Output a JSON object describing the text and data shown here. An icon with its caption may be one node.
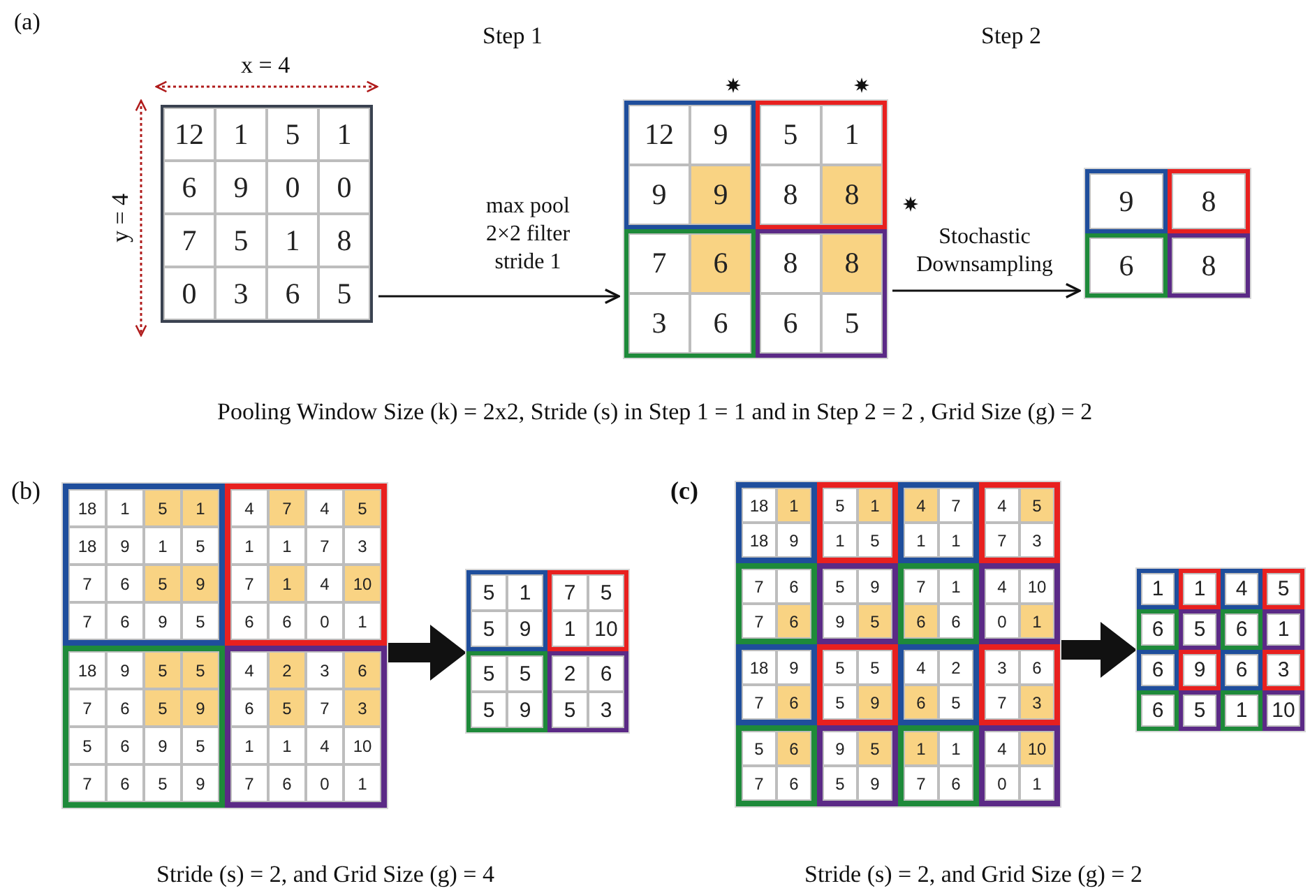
{
  "diagram": {
    "nodes": [
      {
        "text": [
          "12",
          "1",
          "5",
          "1",
          "6",
          "9",
          "0",
          "0",
          "7",
          "5",
          "1",
          "8",
          "0",
          "3",
          "6",
          "5"
        ]
      },
      {
        "text": [],
        "shape": "box"
      },
      {
        "text": [
          "12",
          "9",
          "9",
          "9"
        ],
        "in": 1
      },
      {
        "text": [
          "5",
          "1",
          "8",
          "8"
        ],
        "in": 1
      },
      {
        "text": [
          "7",
          "6",
          "3",
          "6"
        ],
        "in": 1
      },
      {
        "text": [
          "8",
          "8",
          "6",
          "5"
        ],
        "in": 1
      },
      {
        "text": [],
        "shape": "box"
      },
      {
        "text": [
          "9"
        ],
        "in": 6
      },
      {
        "text": [
          "8"
        ],
        "in": 6
      },
      {
        "text": [
          "6"
        ],
        "in": 6
      },
      {
        "text": [
          "8"
        ],
        "in": 6
      },
      {
        "text": [],
        "shape": "box"
      },
      {
        "text": [
          "18",
          "1",
          "5",
          "1",
          "18",
          "9",
          "1",
          "5",
          "7",
          "6",
          "5",
          "9",
          "7",
          "6",
          "9",
          "5"
        ],
        "in": 11
      },
      {
        "text": [
          "4",
          "7",
          "4",
          "5",
          "1",
          "1",
          "7",
          "3",
          "7",
          "1",
          "4",
          "10",
          "6",
          "6",
          "0",
          "1"
        ],
        "in": 11
      },
      {
        "text": [
          "18",
          "9",
          "5",
          "5",
          "7",
          "6",
          "5",
          "9",
          "5",
          "6",
          "9",
          "5",
          "7",
          "6",
          "5",
          "9"
        ],
        "in": 11
      },
      {
        "text": [
          "4",
          "2",
          "3",
          "6",
          "6",
          "5",
          "7",
          "3",
          "1",
          "1",
          "4",
          "10",
          "7",
          "6",
          "0",
          "1"
        ],
        "in": 11
      },
      {
        "text": [],
        "shape": "box"
      },
      {
        "text": [
          "5",
          "1",
          "5",
          "9"
        ],
        "in": 16
      },
      {
        "text": [
          "7",
          "5",
          "1",
          "10"
        ],
        "in": 16
      },
      {
        "text": [
          "5",
          "5",
          "5",
          "9"
        ],
        "in": 16
      },
      {
        "text": [
          "2",
          "6",
          "5",
          "3"
        ],
        "in": 16
      },
      {
        "text": [],
        "shape": "box"
      },
      {
        "text": [
          "18",
          "1",
          "18",
          "9"
        ],
        "in": 21
      },
      {
        "text": [
          "5",
          "1",
          "1",
          "5"
        ],
        "in": 21
      },
      {
        "text": [
          "4",
          "7",
          "1",
          "1"
        ],
        "in": 21
      },
      {
        "text": [
          "4",
          "5",
          "7",
          "3"
        ],
        "in": 21
      },
      {
        "text": [
          "7",
          "6",
          "7",
          "6"
        ],
        "in": 21
      },
      {
        "text": [
          "5",
          "9",
          "9",
          "5"
        ],
        "in": 21
      },
      {
        "text": [
          "7",
          "1",
          "6",
          "6"
        ],
        "in": 21
      },
      {
        "text": [
          "4",
          "10",
          "0",
          "1"
        ],
        "in": 21
      },
      {
        "text": [
          "18",
          "9",
          "7",
          "6"
        ],
        "in": 21
      },
      {
        "text": [
          "5",
          "5",
          "5",
          "9"
        ],
        "in": 21
      },
      {
        "text": [
          "4",
          "2",
          "6",
          "5"
        ],
        "in": 21
      },
      {
        "text": [
          "3",
          "6",
          "7",
          "3"
        ],
        "in": 21
      },
      {
        "text": [
          "5",
          "6",
          "7",
          "6"
        ],
        "in": 21
      },
      {
        "text": [
          "9",
          "5",
          "5",
          "9"
        ],
        "in": 21
      },
      {
        "text": [
          "1",
          "1",
          "7",
          "6"
        ],
        "in": 21
      },
      {
        "text": [
          "4",
          "10",
          "0",
          "1"
        ],
        "in": 21
      },
      {
        "text": [],
        "shape": "box"
      },
      {
        "text": [
          "1"
        ],
        "in": 38
      },
      {
        "text": [
          "1"
        ],
        "in": 38
      },
      {
        "text": [
          "4"
        ],
        "in": 38
      },
      {
        "text": [
          "5"
        ],
        "in": 38
      },
      {
        "text": [
          "6"
        ],
        "in": 38
      },
      {
        "text": [
          "5"
        ],
        "in": 38
      },
      {
        "text": [
          "6"
        ],
        "in": 38
      },
      {
        "text": [
          "1"
        ],
        "in": 38
      },
      {
        "text": [
          "6"
        ],
        "in": 38
      },
      {
        "text": [
          "9"
        ],
        "in": 38
      },
      {
        "text": [
          "6"
        ],
        "in": 38
      },
      {
        "text": [
          "3"
        ],
        "in": 38
      },
      {
        "text": [
          "6"
        ],
        "in": 38
      },
      {
        "text": [
          "5"
        ],
        "in": 38
      },
      {
        "text": [
          "1"
        ],
        "in": 38
      },
      {
        "text": [
          "10"
        ],
        "in": 38
      }
    ],
    "edges": [
      {
        "from": 0,
        "to": 1,
        "arrow": "to",
        "label": "max pool 2×2 filter stride 1"
      },
      {
        "from": 1,
        "to": 6,
        "arrow": "to",
        "label": "Stochastic Downsampling"
      },
      {
        "from": 11,
        "to": 16,
        "arrow": "to",
        "style": "thick"
      },
      {
        "from": 21,
        "to": 38,
        "arrow": "to",
        "style": "thick"
      }
    ],
    "labels": [
      "(a)",
      "Step 1",
      "Step 2",
      "x = 4",
      "y = 4",
      "Pooling Window Size (k) = 2x2, Stride (s) in Step 1 = 1 and in Step 2 = 2 , Grid Size (g) = 2",
      "(b)",
      "(c)",
      "Stride (s) = 2, and Grid Size (g) = 4",
      "Stride (s) = 2, and Grid Size (g) = 2"
    ]
  }
}
